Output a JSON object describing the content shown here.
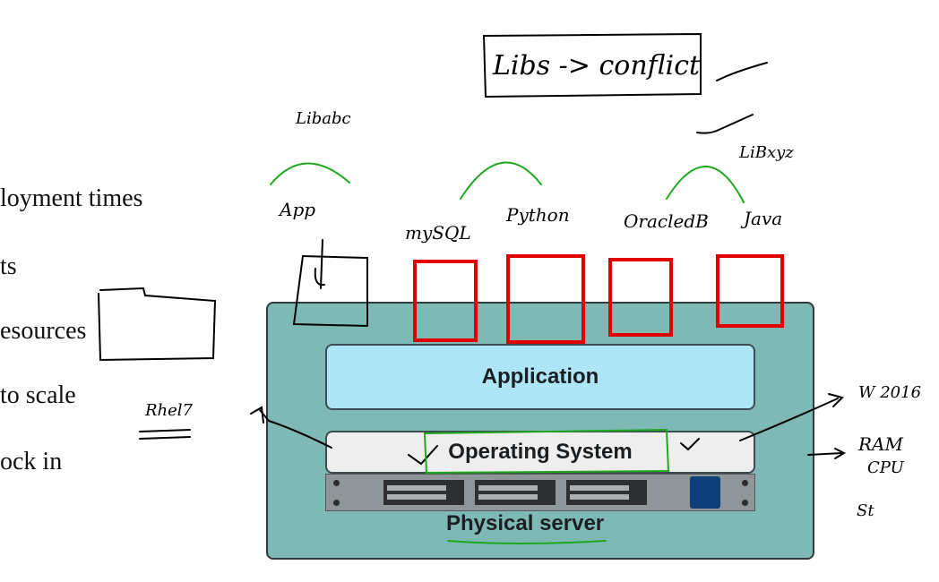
{
  "bullets": [
    "loyment times",
    "ts",
    "esources",
    "to scale",
    "ock in"
  ],
  "layers": {
    "application": "Application",
    "operating_system": "Operating System",
    "hardware": "Physical server"
  },
  "annotations": {
    "libs_conflict": "Libs -> conflict",
    "libabc": "Libabc",
    "libxyz": "LiBxyz",
    "app1": "App",
    "mysql": "mySQL",
    "python": "Python",
    "oracledb": "OracledB",
    "java": "Java",
    "rhel7": "Rhel7",
    "w2016": "W 2016",
    "ram": "RAM",
    "cpu": "CPU",
    "sto": "St"
  },
  "colors": {
    "server_box": "#7fb9b6",
    "application_layer": "#aee6f7",
    "os_layer": "#eeeeee",
    "container_outline": "#e00000",
    "ink_green": "#1fa81f"
  }
}
